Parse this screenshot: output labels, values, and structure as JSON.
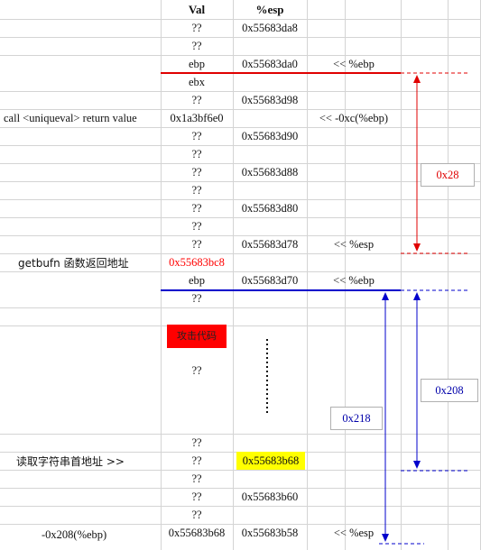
{
  "header": {
    "val": "Val",
    "esp": "%esp"
  },
  "rows": [
    {
      "val": "??",
      "esp": "0x55683da8",
      "note": ""
    },
    {
      "val": "??",
      "esp": "",
      "note": ""
    },
    {
      "val": "ebp",
      "esp": "0x55683da0",
      "note": "<<  %ebp"
    },
    {
      "val": "ebx",
      "esp": "",
      "note": ""
    },
    {
      "val": "??",
      "esp": "0x55683d98",
      "note": ""
    },
    {
      "val": "0x1a3bf6e0",
      "esp": "",
      "note": "<<  -0xc(%ebp)"
    },
    {
      "val": "??",
      "esp": "0x55683d90",
      "note": ""
    },
    {
      "val": "??",
      "esp": "",
      "note": ""
    },
    {
      "val": "??",
      "esp": "0x55683d88",
      "note": ""
    },
    {
      "val": "??",
      "esp": "",
      "note": ""
    },
    {
      "val": "??",
      "esp": "0x55683d80",
      "note": ""
    },
    {
      "val": "??",
      "esp": "",
      "note": ""
    },
    {
      "val": "??",
      "esp": "0x55683d78",
      "note": "<<  %esp"
    },
    {
      "val": "0x55683bc8",
      "esp": "",
      "note": ""
    },
    {
      "val": "ebp",
      "esp": "0x55683d70",
      "note": "<<  %ebp"
    },
    {
      "val": "??",
      "esp": "",
      "note": ""
    }
  ],
  "block": {
    "attack_label": "攻击代码",
    "val": "??"
  },
  "rows_bottom": [
    {
      "val": "??",
      "esp": "",
      "note": ""
    },
    {
      "val": "??",
      "esp": "0x55683b68",
      "note": ""
    },
    {
      "val": "??",
      "esp": "",
      "note": ""
    },
    {
      "val": "??",
      "esp": "0x55683b60",
      "note": ""
    },
    {
      "val": "??",
      "esp": "",
      "note": ""
    },
    {
      "val": "0x55683b68",
      "esp": "0x55683b58",
      "note": "<<  %esp"
    }
  ],
  "labels": {
    "uniqueval": "call <uniqueval> return value",
    "getbufn": "getbufn 函数返回地址",
    "read_string": "读取字符串首地址  >>",
    "neg208": "-0x208(%ebp)"
  },
  "dims": {
    "d28": "0x28",
    "d208": "0x208",
    "d218": "0x218"
  },
  "colors": {
    "red": "#ff0000",
    "blue": "#0000cc",
    "highlight": "#ffff00"
  }
}
